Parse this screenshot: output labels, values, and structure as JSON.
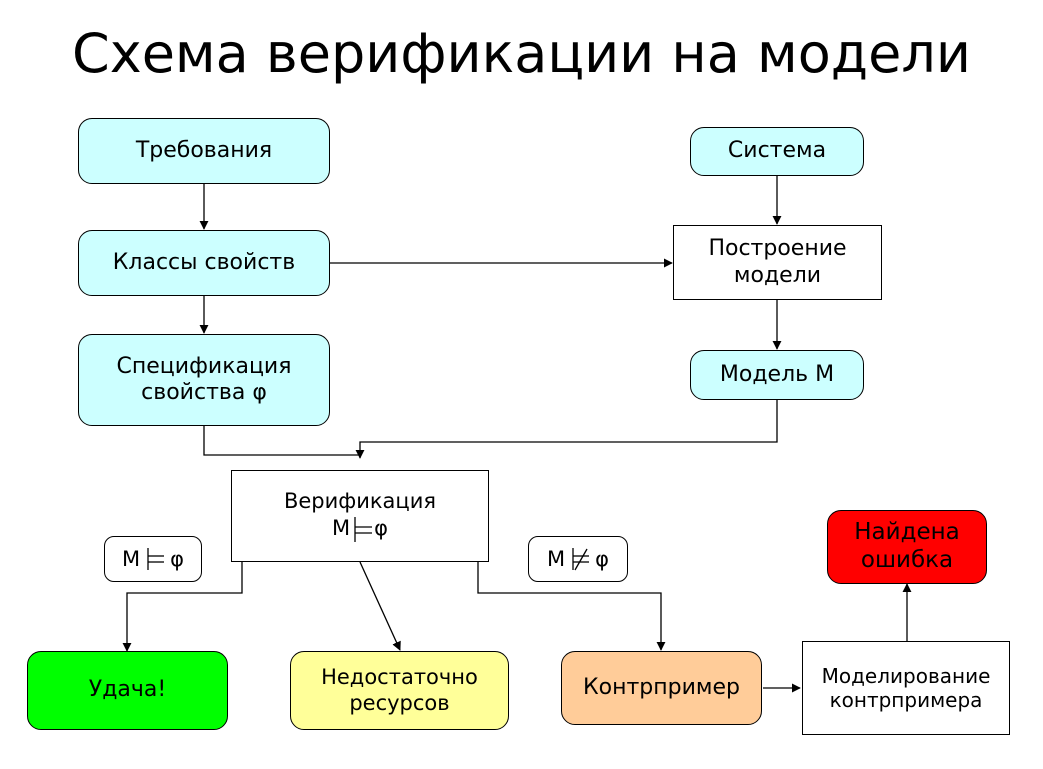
{
  "title": "Схема верификации на модели",
  "nodes": {
    "requirements": {
      "label": "Требования",
      "color": "#ccffff"
    },
    "system": {
      "label": "Система",
      "color": "#ccffff"
    },
    "property_classes": {
      "label": "Классы свойств",
      "color": "#ccffff"
    },
    "model_building": {
      "lines": [
        "Построение",
        "модели"
      ]
    },
    "property_spec": {
      "lines": [
        "Спецификация",
        "свойства φ"
      ],
      "color": "#ccffff"
    },
    "model": {
      "label": "Модель М",
      "color": "#ccffff"
    },
    "verification": {
      "label": "Верификация",
      "formula_left": "М",
      "formula_right": "φ"
    },
    "error_found": {
      "lines": [
        "Найдена",
        "ошибка"
      ],
      "color": "#ff0000"
    },
    "success": {
      "label": "Удача!",
      "color": "#00ff00"
    },
    "insufficient": {
      "lines": [
        "Недостаточно",
        "ресурсов"
      ],
      "color": "#ffff99"
    },
    "counterexample": {
      "label": "Контрпример",
      "color": "#ffcc99"
    },
    "simulation": {
      "lines": [
        "Моделирование",
        "контрпримера"
      ]
    }
  },
  "edge_labels": {
    "satisfies": {
      "left": "М",
      "right": "φ"
    },
    "not_satisfies": {
      "left": "М",
      "right": "φ"
    }
  }
}
